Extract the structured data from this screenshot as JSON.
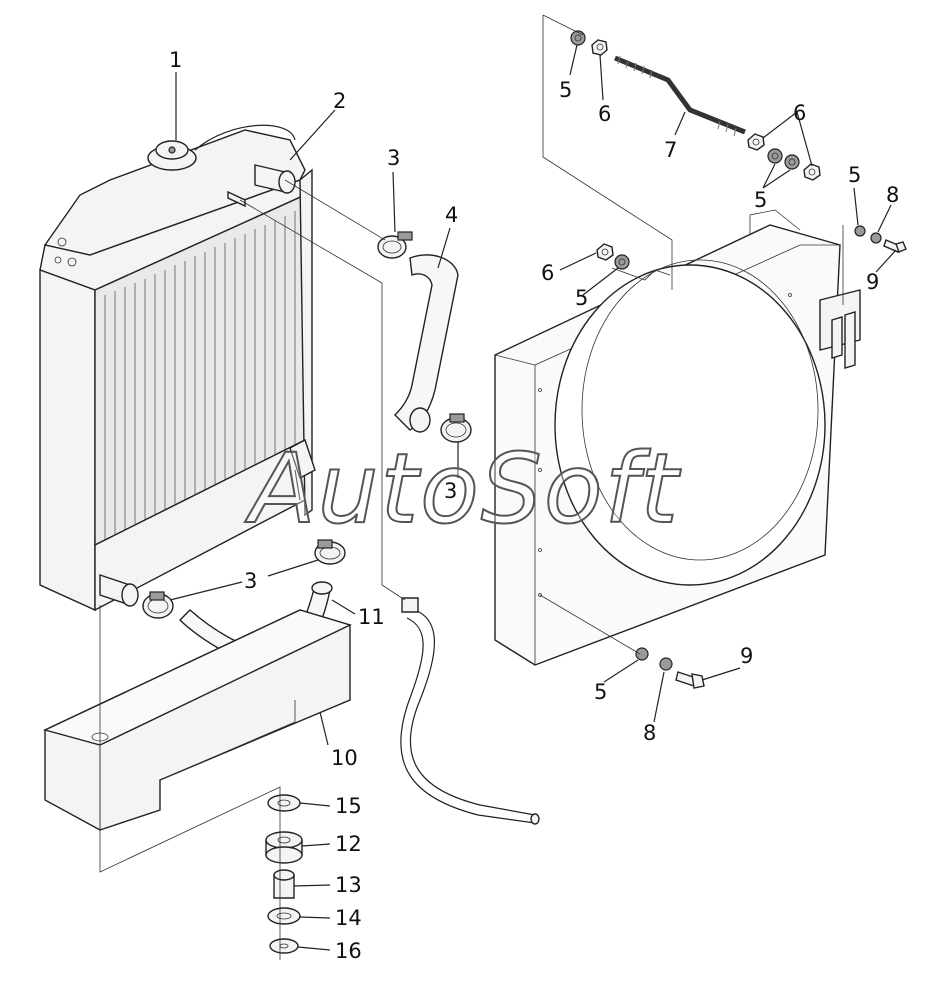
{
  "watermark": "AutoSoft",
  "callouts": {
    "c1": "1",
    "c2": "2",
    "c3a": "3",
    "c3b": "3",
    "c3c": "3",
    "c4": "4",
    "c5a": "5",
    "c5b": "5",
    "c5c": "5",
    "c5d": "5",
    "c5e": "5",
    "c6a": "6",
    "c6b": "6",
    "c6c": "6",
    "c7": "7",
    "c8a": "8",
    "c8b": "8",
    "c9a": "9",
    "c9b": "9",
    "c10": "10",
    "c11": "11",
    "c12": "12",
    "c13": "13",
    "c14": "14",
    "c15": "15",
    "c16": "16"
  },
  "icons": {
    "watermark": "autosoft-logo"
  }
}
